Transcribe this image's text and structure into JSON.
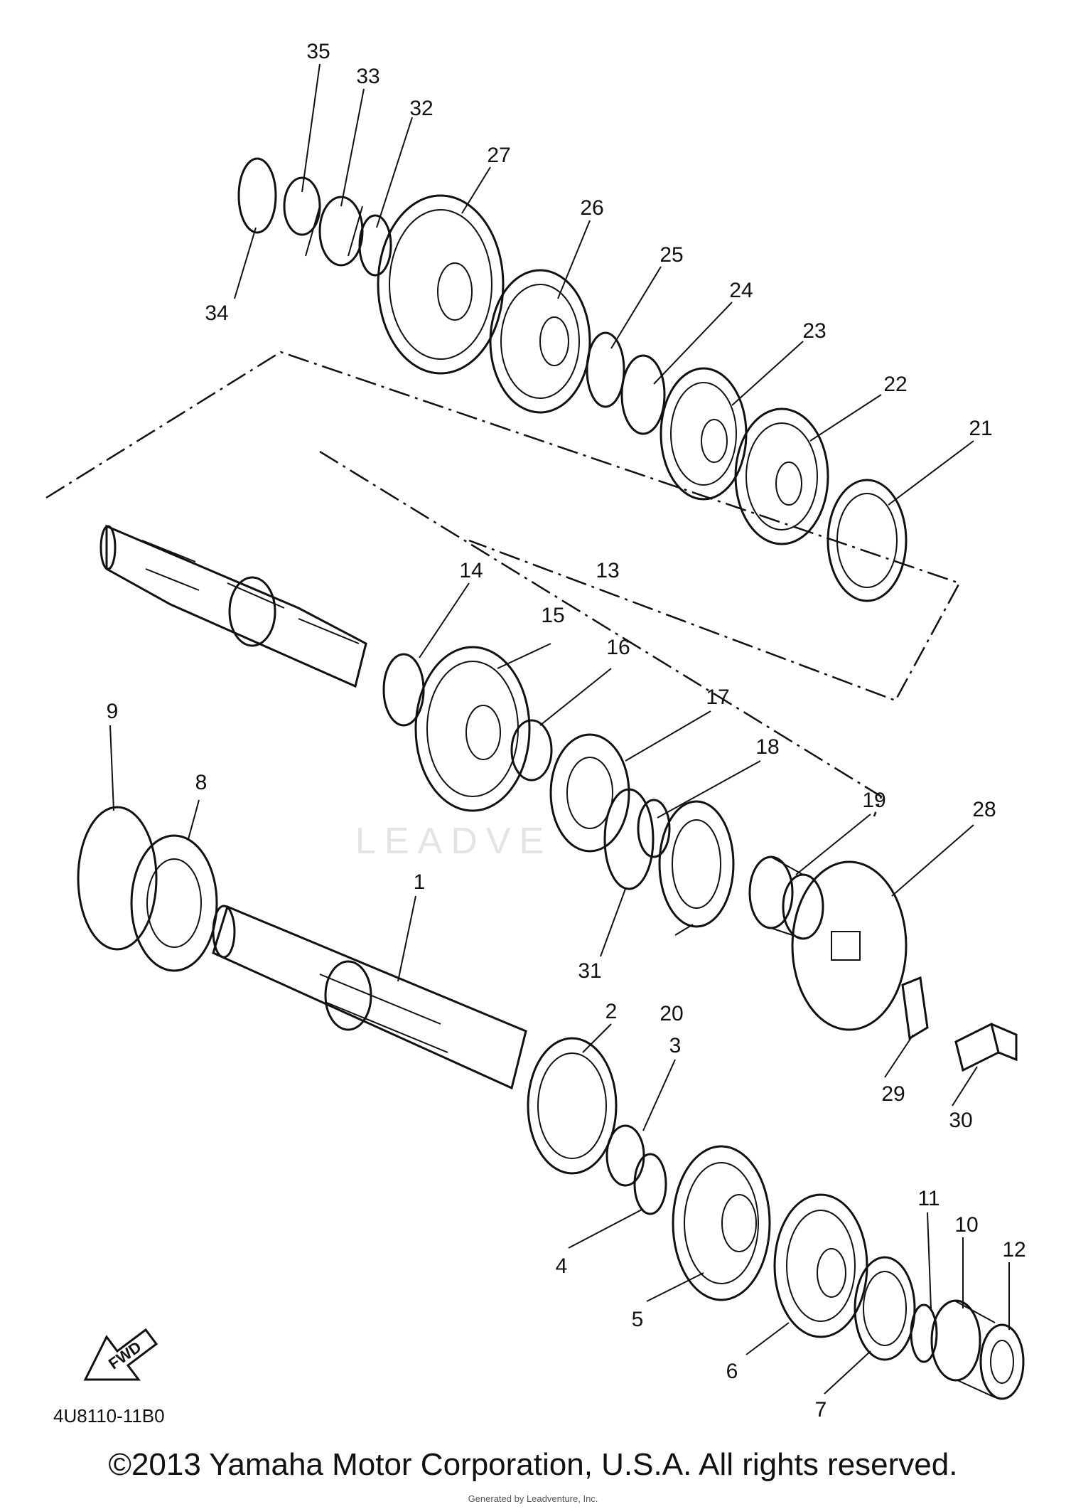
{
  "diagram": {
    "code": "4U8110-11B0",
    "fwd_label": "FWD",
    "watermark": "LEADVE",
    "part_numbers": [
      "1",
      "2",
      "3",
      "4",
      "5",
      "6",
      "7",
      "8",
      "9",
      "10",
      "11",
      "12",
      "13",
      "14",
      "15",
      "16",
      "17",
      "18",
      "19",
      "20",
      "21",
      "22",
      "23",
      "24",
      "25",
      "26",
      "27",
      "28",
      "29",
      "30",
      "31",
      "32",
      "33",
      "34",
      "35"
    ]
  },
  "footer": {
    "copyright": "©2013 Yamaha Motor Corporation, U.S.A. All rights reserved.",
    "credit": "Generated by Leadventure, Inc."
  }
}
